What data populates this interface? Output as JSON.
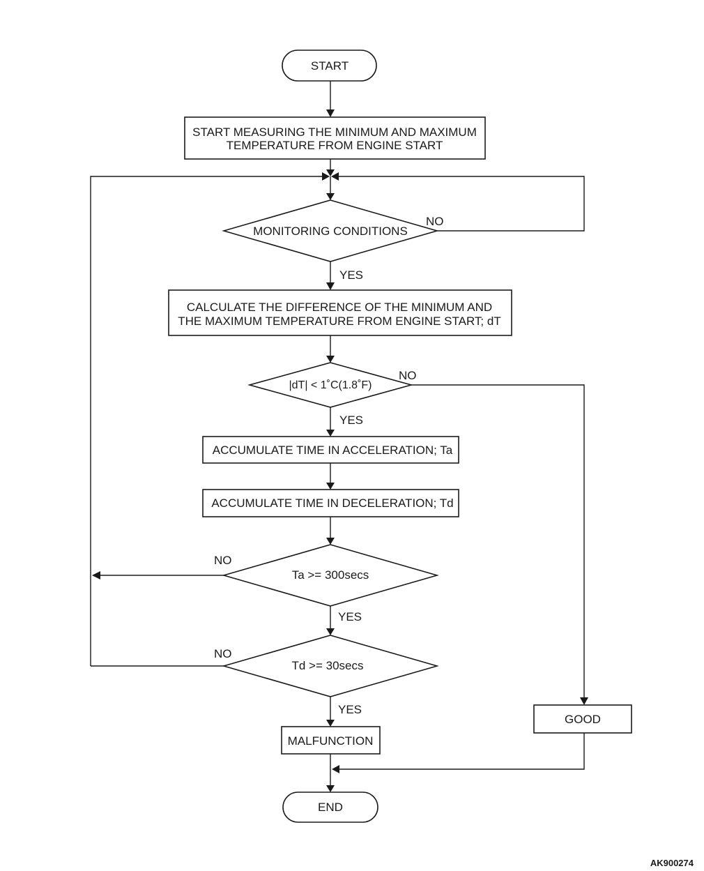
{
  "nodes": {
    "start": "START",
    "measure_line1": "START MEASURING THE MINIMUM AND MAXIMUM",
    "measure_line2": "TEMPERATURE FROM ENGINE START",
    "monitoring": "MONITORING CONDITIONS",
    "calc_line1": "CALCULATE THE DIFFERENCE OF THE MINIMUM AND",
    "calc_line2": "THE MAXIMUM TEMPERATURE FROM ENGINE START; dT",
    "dt_check": "|dT| < 1˚C(1.8˚F)",
    "accum_accel": "ACCUMULATE TIME IN ACCELERATION; Ta",
    "accum_decel": "ACCUMULATE TIME IN DECELERATION; Td",
    "ta_check": "Ta >= 300secs",
    "td_check": "Td >= 30secs",
    "malfunction": "MALFUNCTION",
    "good": "GOOD",
    "end": "END"
  },
  "branch_labels": {
    "yes": "YES",
    "no": "NO"
  },
  "figure_code": "AK900274"
}
